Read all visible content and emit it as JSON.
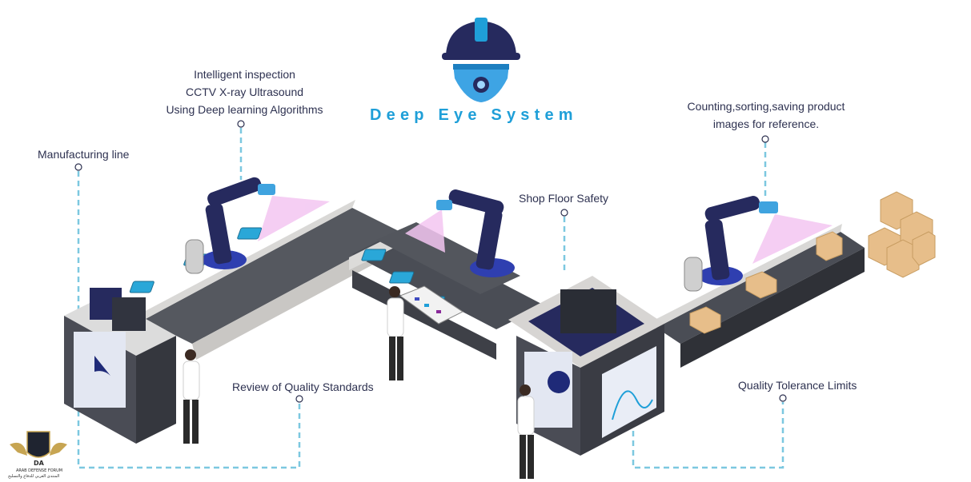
{
  "title": "Deep Eye System",
  "labels": {
    "inspection": [
      "Intelligent inspection",
      "CCTV X-ray Ultrasound",
      "Using Deep learning Algorithms"
    ],
    "manufacturing_line": "Manufacturing line",
    "counting": [
      "Counting,sorting,saving product",
      "images for reference."
    ],
    "shop_floor_safety": "Shop Floor Safety",
    "review_quality": "Review of Quality Standards",
    "quality_tolerance": "Quality Tolerance Limits"
  },
  "watermark": {
    "initials": "DA",
    "name": "ARAB DEFENSE FORUM",
    "arabic": "المنتدى العربي للدفاع والتسليح"
  },
  "colors": {
    "accent_blue": "#1f9fd8",
    "dashed_line": "#7cc8e0",
    "navy": "#262a5e",
    "conveyor_dark": "#4a4d55",
    "conveyor_light": "#d9d8d6",
    "scan_beam": "#f3c6f1"
  },
  "icons": [
    "helmet-eye-logo-icon",
    "robot-arm-icon",
    "camera-icon",
    "cardboard-box-icon",
    "worker-icon"
  ]
}
